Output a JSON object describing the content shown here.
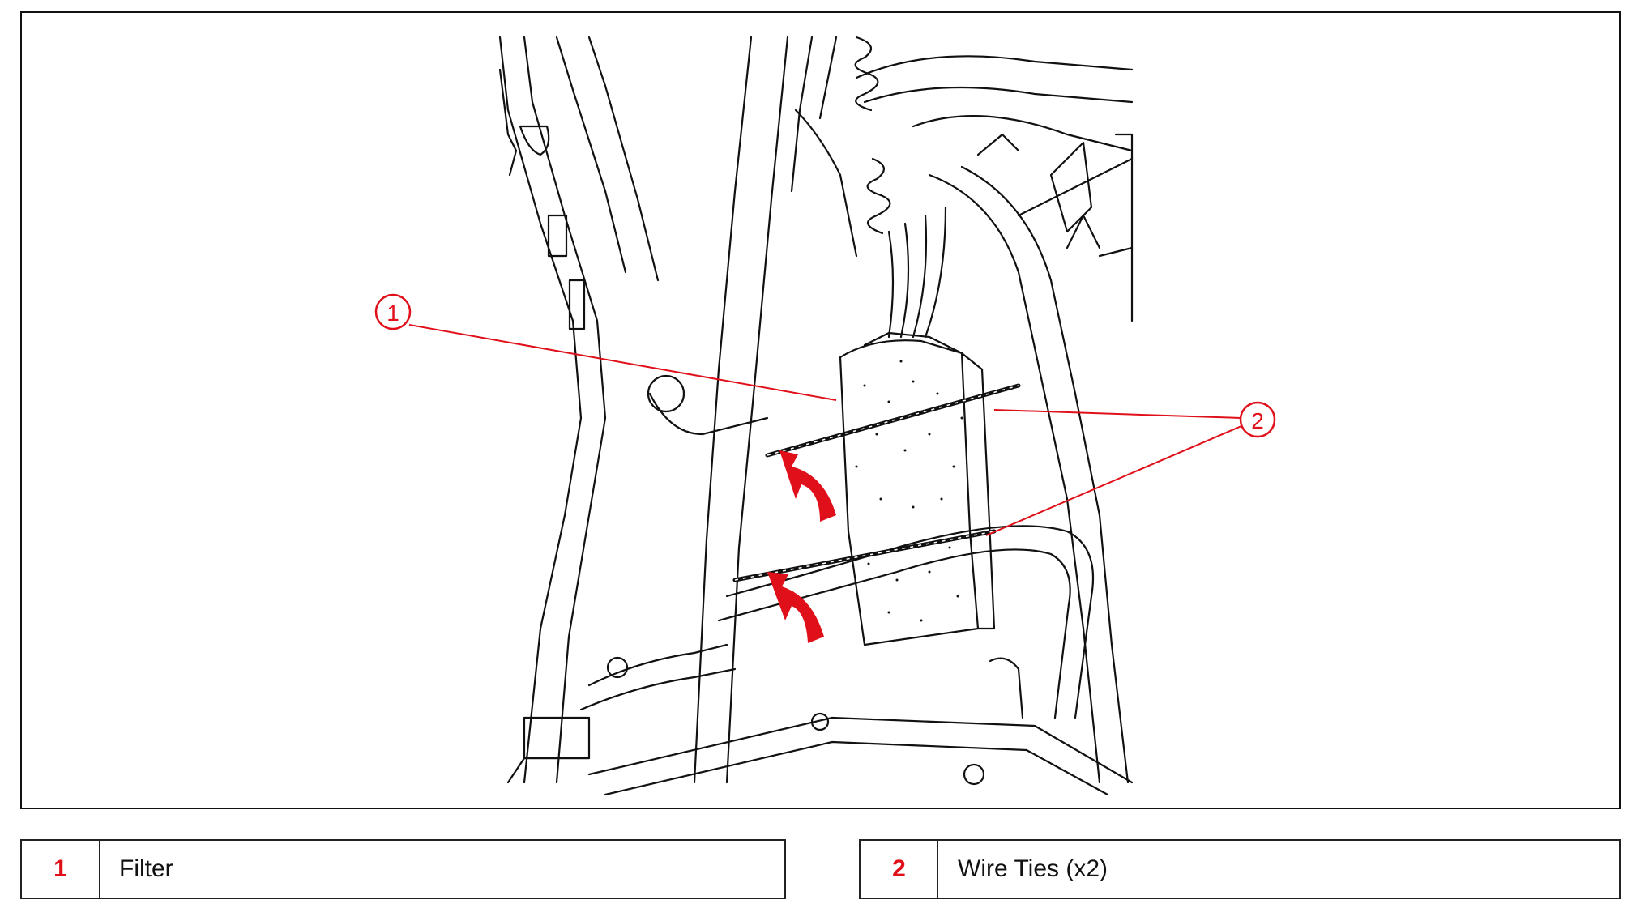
{
  "callouts": [
    {
      "number": "1",
      "label": "Filter"
    },
    {
      "number": "2",
      "label": "Wire Ties (x2)"
    }
  ],
  "colors": {
    "callout_red": "#e0101a",
    "line_black": "#111111"
  }
}
